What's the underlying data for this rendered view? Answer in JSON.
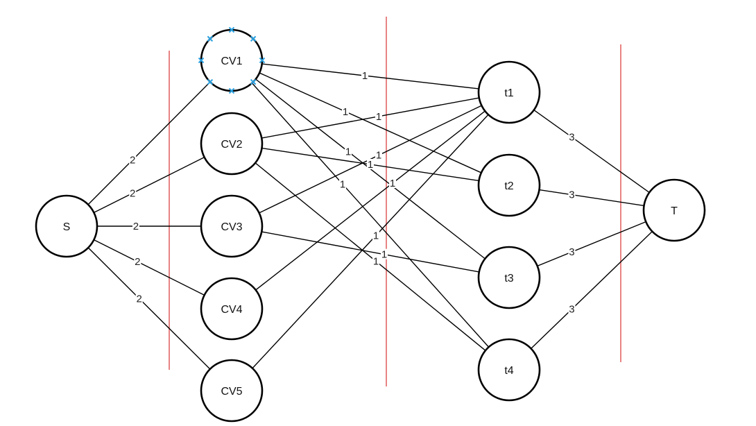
{
  "nodes": {
    "S": "S",
    "CV1": "CV1",
    "CV2": "CV2",
    "CV3": "CV3",
    "CV4": "CV4",
    "CV5": "CV5",
    "t1": "t1",
    "t2": "t2",
    "t3": "t3",
    "t4": "t4",
    "T": "T"
  },
  "edges": [
    {
      "from": "S",
      "to": "CV1",
      "capacity": "2"
    },
    {
      "from": "S",
      "to": "CV2",
      "capacity": "2"
    },
    {
      "from": "S",
      "to": "CV3",
      "capacity": "2"
    },
    {
      "from": "S",
      "to": "CV4",
      "capacity": "2"
    },
    {
      "from": "S",
      "to": "CV5",
      "capacity": "2"
    },
    {
      "from": "CV1",
      "to": "t1",
      "capacity": "1"
    },
    {
      "from": "CV1",
      "to": "t2",
      "capacity": "1"
    },
    {
      "from": "CV1",
      "to": "t3",
      "capacity": "1"
    },
    {
      "from": "CV1",
      "to": "t4",
      "capacity": "1"
    },
    {
      "from": "CV2",
      "to": "t1",
      "capacity": "1"
    },
    {
      "from": "CV2",
      "to": "t2",
      "capacity": "1"
    },
    {
      "from": "CV2",
      "to": "t4",
      "capacity": "1"
    },
    {
      "from": "CV3",
      "to": "t1",
      "capacity": "1"
    },
    {
      "from": "CV3",
      "to": "t3",
      "capacity": "1"
    },
    {
      "from": "CV4",
      "to": "t1",
      "capacity": "1"
    },
    {
      "from": "CV5",
      "to": "t1",
      "capacity": "1"
    },
    {
      "from": "t1",
      "to": "T",
      "capacity": "3"
    },
    {
      "from": "t2",
      "to": "T",
      "capacity": "3"
    },
    {
      "from": "t3",
      "to": "T",
      "capacity": "3"
    },
    {
      "from": "t4",
      "to": "T",
      "capacity": "3"
    }
  ],
  "colors": {
    "edge": "#000000",
    "divider": "#e05a5a",
    "selection_handle": "#2aa1e0"
  },
  "selected_node": "CV1"
}
